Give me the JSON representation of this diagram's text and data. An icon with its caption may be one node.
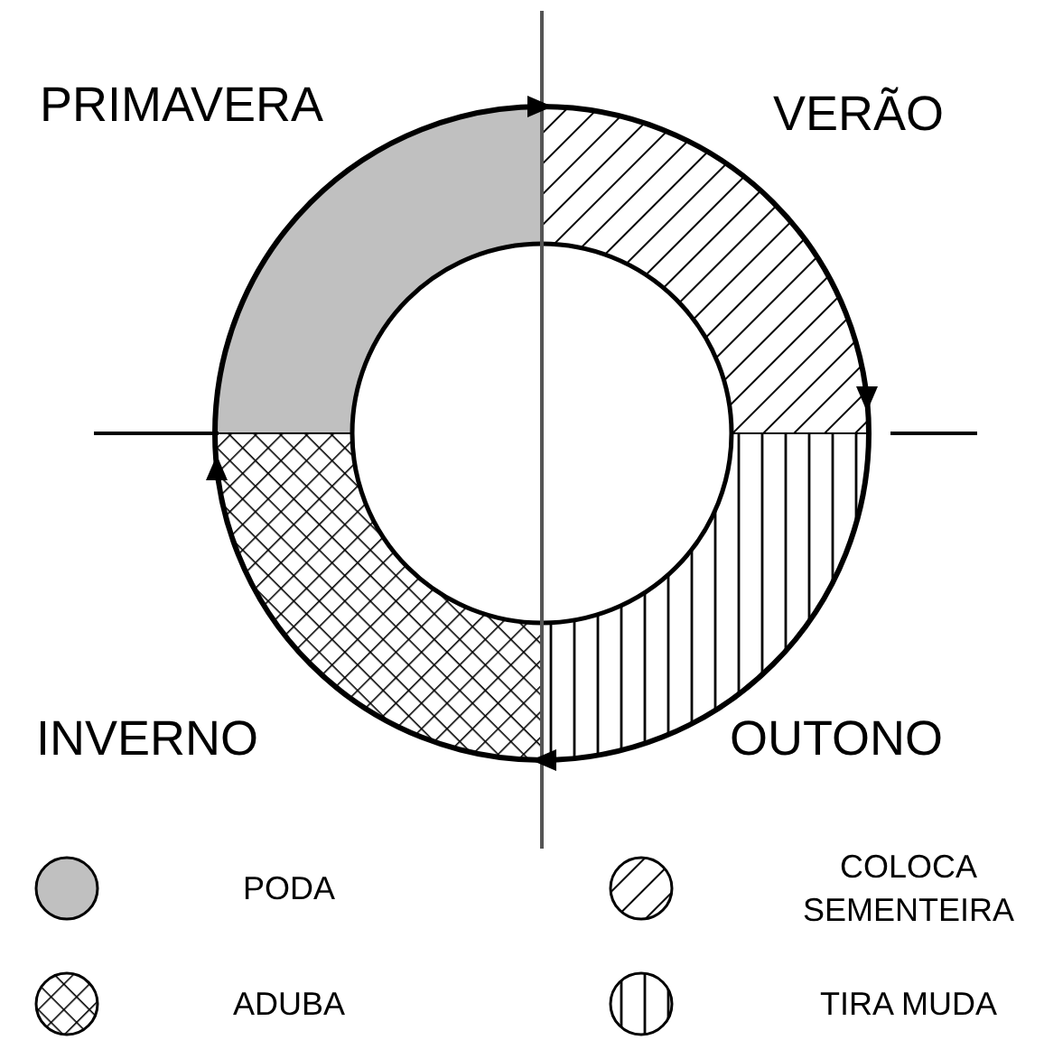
{
  "diagram": {
    "labels": [
      "PRIMAVERA",
      "VERÃO",
      "INVERNO",
      "OUTONO"
    ],
    "legend": [
      {
        "text": "PODA",
        "color": "#c0c0c0"
      },
      {
        "text": "COLOCA SEMENTEIRA"
      },
      {
        "text": "ADUBA"
      },
      {
        "text": "TIRA MUDA"
      }
    ]
  }
}
